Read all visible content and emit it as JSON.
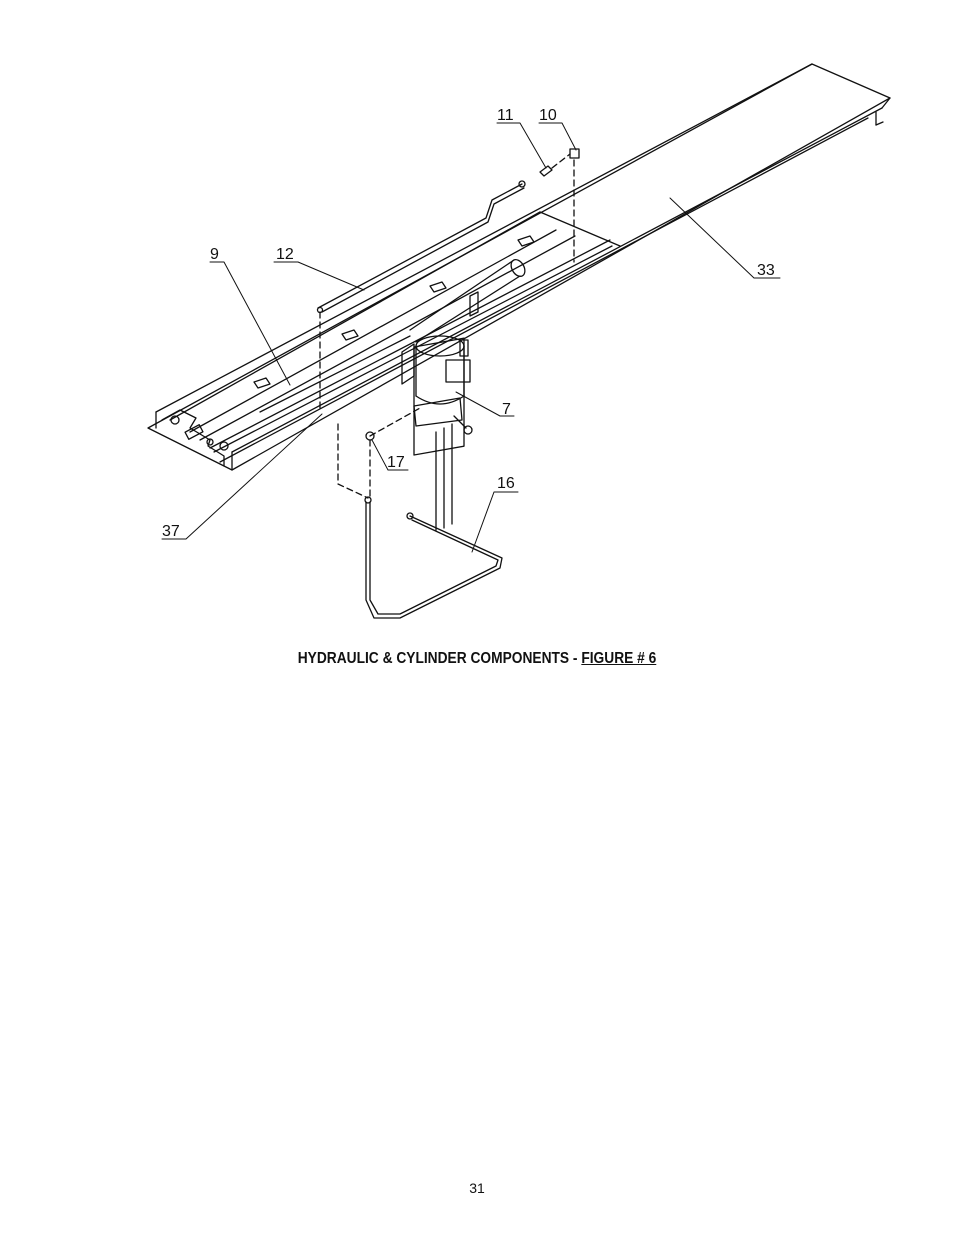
{
  "callouts": {
    "c11": "11",
    "c10": "10",
    "c9": "9",
    "c12": "12",
    "c33": "33",
    "c7": "7",
    "c17": "17",
    "c16": "16",
    "c37": "37"
  },
  "caption": {
    "text": "HYDRAULIC & CYLINDER COMPONENTS - ",
    "link_text": "FIGURE # 6"
  },
  "page_number": "31"
}
